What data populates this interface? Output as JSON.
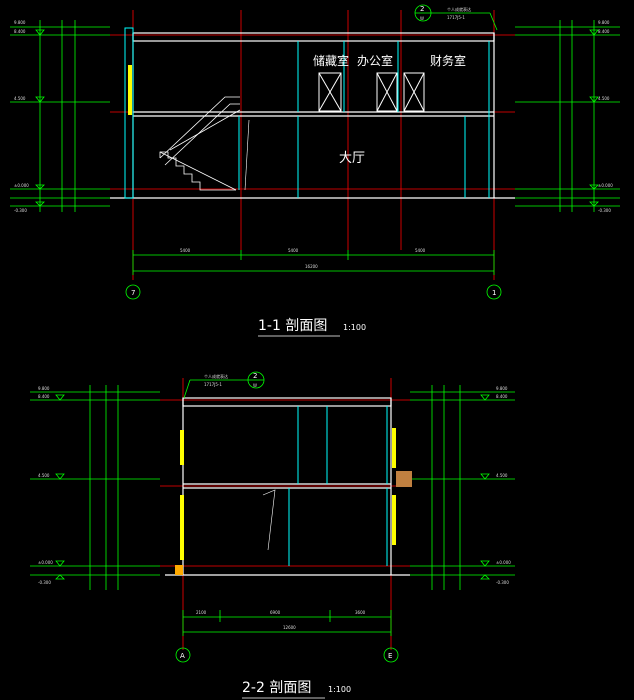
{
  "colors": {
    "background": "#000000",
    "dimension": "#00ff00",
    "wall": "#ffffff",
    "window": "#00ffff",
    "glass": "#ffff00",
    "axis": "#ff0000",
    "stairs": "#ffffff"
  },
  "section_1": {
    "title": "1-1 剖面图",
    "scale": "1:100",
    "rooms": {
      "storage": "储藏室",
      "office": "办公室",
      "finance": "财务室",
      "hall": "大厅"
    },
    "axis_left": "7",
    "axis_right": "1",
    "callout": {
      "number": "2",
      "sheet": "W",
      "note": "个人成就表达",
      "ref": "1717J5-1"
    },
    "dims_bottom": [
      "5400",
      "5400",
      "5400"
    ],
    "dim_total": "16200",
    "level_labels": {
      "top": "9.800",
      "roof": "8.400",
      "mid": "4.500",
      "ground": "±0.000",
      "out": "-0.300"
    }
  },
  "section_2": {
    "title": "2-2 剖面图",
    "scale": "1:100",
    "axis_left": "A",
    "axis_right": "E",
    "callout": {
      "number": "2",
      "sheet": "W",
      "note": "个人成就表达",
      "ref": "1717J5-1"
    },
    "dims_bottom": [
      "2100",
      "6900",
      "3600"
    ],
    "dim_total": "12600",
    "level_labels": {
      "top": "9.800",
      "roof": "8.400",
      "mid": "4.500",
      "ground": "±0.000",
      "out": "-0.300"
    }
  }
}
